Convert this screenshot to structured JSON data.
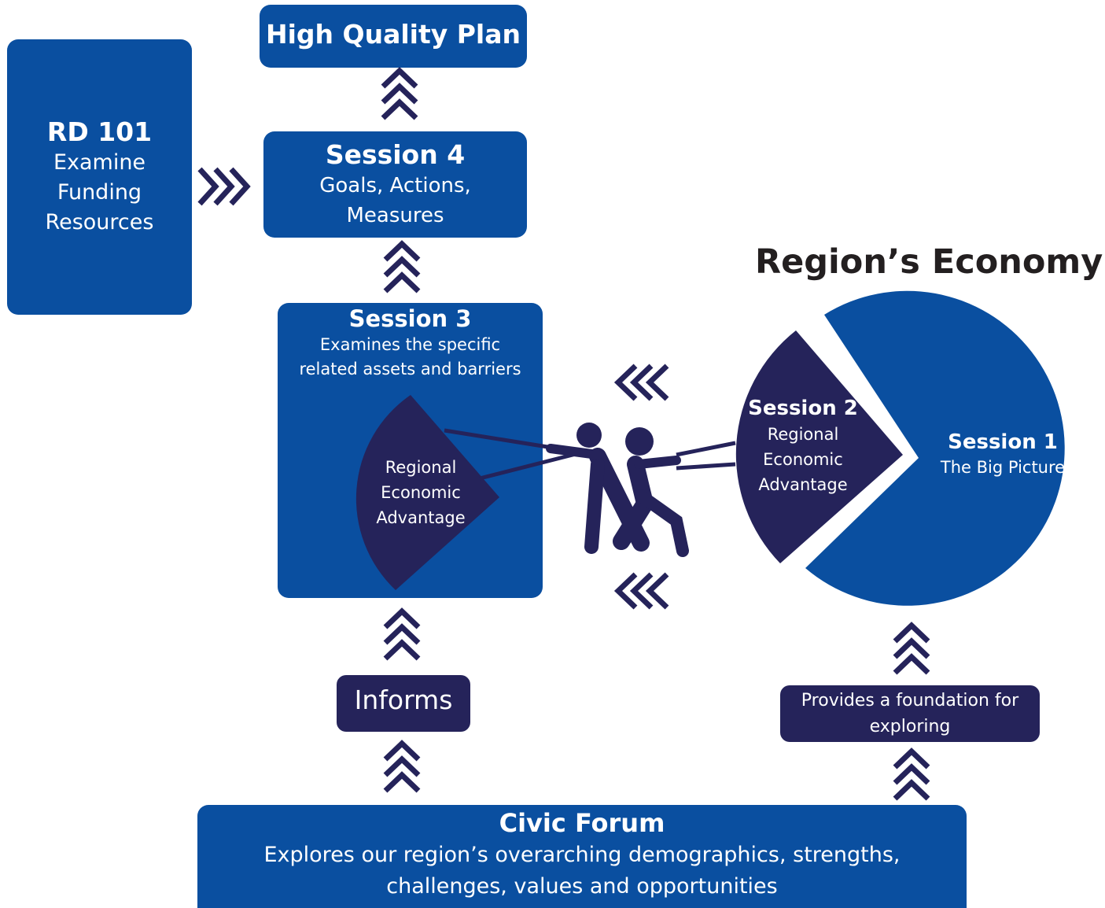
{
  "top_box": {
    "title": "High Quality Plan"
  },
  "rd101": {
    "title": "RD 101",
    "lines": [
      "Examine",
      "Funding",
      "Resources"
    ]
  },
  "session4": {
    "title": "Session 4",
    "lines": [
      "Goals, Actions,",
      "Measures"
    ]
  },
  "session3": {
    "title": "Session 3",
    "lines": [
      "Examines the specific",
      "related assets and barriers"
    ],
    "wedge_lines": [
      "Regional",
      "Economic",
      "Advantage"
    ]
  },
  "economy": {
    "heading": "Region’s Economy",
    "session2": {
      "title": "Session 2",
      "lines": [
        "Regional",
        "Economic",
        "Advantage"
      ]
    },
    "session1": {
      "title": "Session 1",
      "subtitle": "The Big Picture"
    }
  },
  "informs": {
    "label": "Informs"
  },
  "foundation": {
    "lines": [
      "Provides a foundation for",
      "exploring"
    ]
  },
  "civic_forum": {
    "title": "Civic Forum",
    "lines": [
      "Explores our region’s overarching demographics, strengths,",
      "challenges, values and opportunities"
    ]
  },
  "colors": {
    "blue": "#0a4fa0",
    "navy": "#25235a",
    "heading": "#231f20"
  },
  "icons": [
    "chevron-up-icon",
    "chevron-right-icon",
    "chevron-left-icon",
    "tug-of-war-figures-icon",
    "pie-wedge-icon"
  ]
}
